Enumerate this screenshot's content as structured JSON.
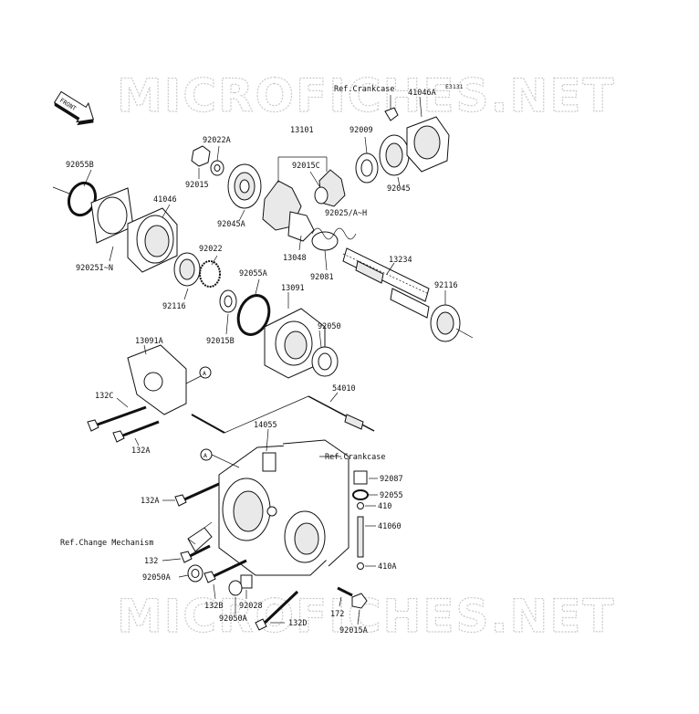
{
  "watermark": "MICROFICHES.NET",
  "figure_code": "E3131",
  "front_label": "FRONT",
  "ref_crankcase": "Ref.Crankcase",
  "ref_change_mechanism": "Ref.Change Mechanism",
  "callout_a": "A",
  "labels": {
    "p41046A": "41046A",
    "p92055B": "92055B",
    "p92022A": "92022A",
    "p13101": "13101",
    "p92009": "92009",
    "p92015C": "92015C",
    "p92015": "92015",
    "p41046": "41046",
    "p92045": "92045",
    "p92045A": "92045A",
    "p92025AH": "92025/A~H",
    "p92025IN": "92025I~N",
    "p92022": "92022",
    "p13048": "13048",
    "p92081": "92081",
    "p13234": "13234",
    "p92055A": "92055A",
    "p92116a": "92116",
    "p92116b": "92116",
    "p13091": "13091",
    "p92050": "92050",
    "p92015B": "92015B",
    "p13091A": "13091A",
    "p54010": "54010",
    "p132C": "132C",
    "p14055": "14055",
    "p132A_1": "132A",
    "p92087": "92087",
    "p92055": "92055",
    "p132A_2": "132A",
    "p410": "410",
    "p41060": "41060",
    "p132": "132",
    "p410A": "410A",
    "p92050A_1": "92050A",
    "p132B": "132B",
    "p92028": "92028",
    "p92050A_2": "92050A",
    "p172": "172",
    "p132D": "132D",
    "p92015A": "92015A"
  }
}
